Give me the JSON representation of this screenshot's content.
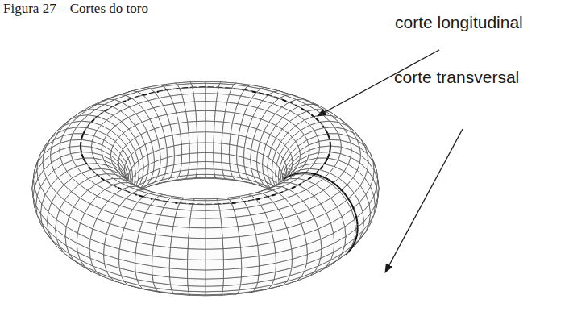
{
  "diagram": {
    "title": "Figura 27 – Cortes do toro",
    "labels": [
      "corte longitudinal",
      "corte transversal"
    ]
  }
}
